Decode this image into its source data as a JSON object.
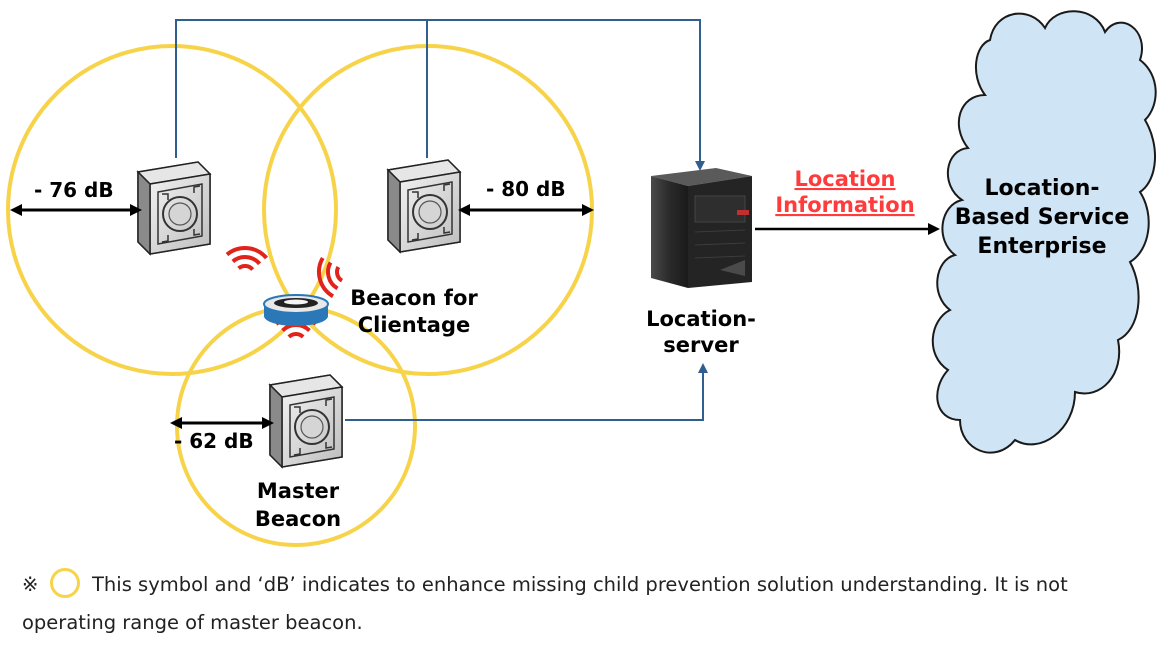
{
  "labels": {
    "db_left": "- 76 dB",
    "db_center": "- 80 dB",
    "db_master": "- 62 dB",
    "beacon_client_line1": "Beacon for",
    "beacon_client_line2": "Clientage",
    "master_line1": "Master",
    "master_line2": "Beacon",
    "server_line1": "Location-",
    "server_line2": "server",
    "location_info_line1": "Location",
    "location_info_line2": "Information",
    "enterprise_line1": "Location-",
    "enterprise_line2": "Based Service",
    "enterprise_line3": "Enterprise"
  },
  "note": {
    "mark": "※",
    "text": "This symbol and ‘dB’ indicates to enhance missing child prevention solution understanding. It is not operating range of master beacon."
  },
  "colors": {
    "range_circle": "#f7d34a",
    "connector": "#2e5f8e",
    "signal": "#e0241b",
    "location_info": "#ff3b3b",
    "cloud_fill": "#cfe4f4",
    "cloud_stroke": "#1a1a1a",
    "beacon_band": "#2a78b8"
  },
  "icons": {
    "beacon_device": "square-speaker-beacon-icon",
    "wearable_beacon": "wristband-beacon-icon",
    "server": "server-tower-icon",
    "signal": "wifi-signal-icon",
    "cloud": "cloud-icon"
  }
}
